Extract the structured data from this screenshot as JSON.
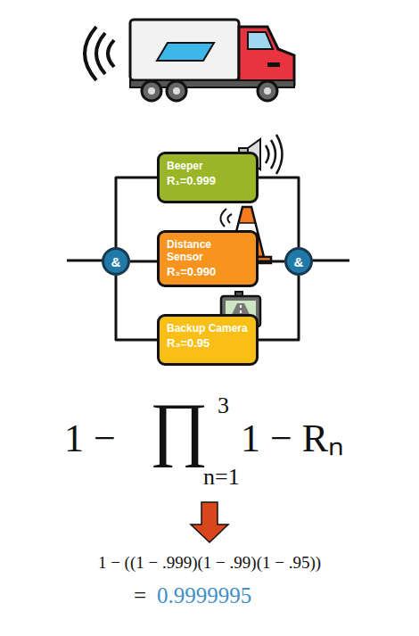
{
  "diagram": {
    "nodes": [
      {
        "text": [
          "&"
        ]
      },
      {
        "text": [
          "Beeper",
          "R₁=0.999"
        ]
      },
      {
        "text": [
          "Distance Sensor",
          "R₂=0.990"
        ]
      },
      {
        "text": [
          "Backup Camera",
          "R₃=0.95"
        ]
      },
      {
        "text": [
          "&"
        ]
      }
    ],
    "edges": [
      {
        "from": 0,
        "to": 1,
        "arrow": "none"
      },
      {
        "from": 0,
        "to": 2,
        "arrow": "none"
      },
      {
        "from": 0,
        "to": 3,
        "arrow": "none"
      },
      {
        "from": 1,
        "to": 4,
        "arrow": "none"
      },
      {
        "from": 2,
        "to": 4,
        "arrow": "none"
      },
      {
        "from": 3,
        "to": 4,
        "arrow": "none"
      }
    ],
    "labels": [
      "1 −",
      "∏",
      "3",
      "n=1",
      "1 − Rₙ",
      "1 − ((1 − .999)(1 − .99)(1 − .95))",
      "=",
      "0.9999995"
    ]
  }
}
